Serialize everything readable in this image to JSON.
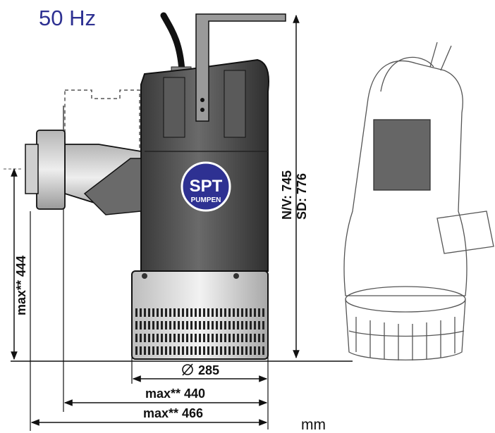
{
  "frequency_label": "50 Hz",
  "unit_label": "mm",
  "brand": {
    "line1": "SPT",
    "line2": "PUMPEN"
  },
  "dimensions": {
    "height_nv": "N/V: 745",
    "height_sd": "SD: 776",
    "outlet_height": "max** 444",
    "diameter": "285",
    "width_440": "max** 440",
    "width_466": "max** 466"
  },
  "colors": {
    "frequency_text": "#2e3192",
    "logo_fill": "#2e3192",
    "motor_dark": "#4a4a4a",
    "base_light": "#dcdcdc"
  }
}
